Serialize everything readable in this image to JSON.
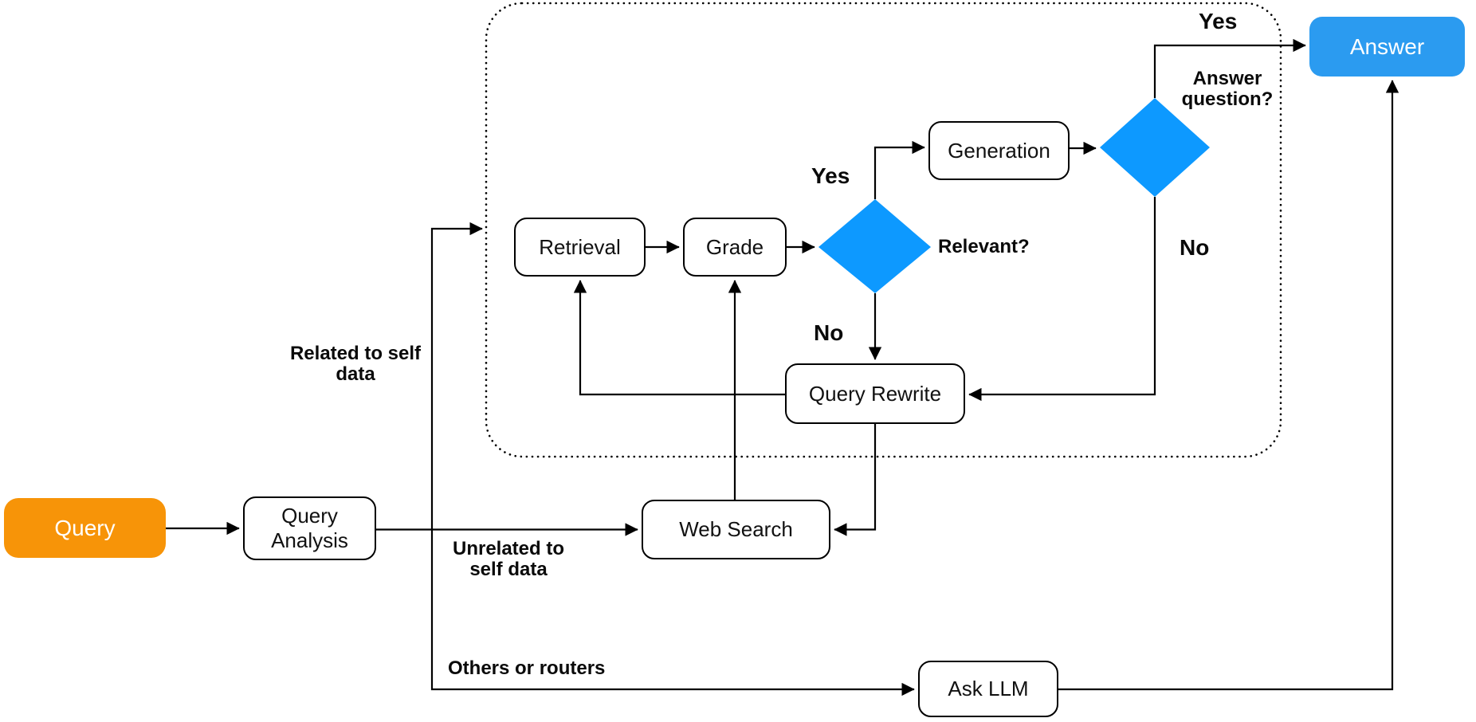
{
  "diagram": {
    "type": "flowchart",
    "nodes": {
      "query": {
        "label": "Query"
      },
      "query_analysis": {
        "label": "Query Analysis"
      },
      "retrieval": {
        "label": "Retrieval"
      },
      "grade": {
        "label": "Grade"
      },
      "generation": {
        "label": "Generation"
      },
      "query_rewrite": {
        "label": "Query Rewrite"
      },
      "web_search": {
        "label": "Web Search"
      },
      "ask_llm": {
        "label": "Ask LLM"
      },
      "answer": {
        "label": "Answer"
      }
    },
    "decisions": {
      "relevant": {
        "question": "Relevant?",
        "yes": "Yes",
        "no": "No"
      },
      "answer_question": {
        "question": "Answer question?",
        "yes": "Yes",
        "no": "No"
      }
    },
    "branch_labels": {
      "related": "Related to self data",
      "unrelated": "Unrelated to self data",
      "others": "Others or routers"
    },
    "colors": {
      "start_fill": "#F79408",
      "end_fill": "#2B9BF0",
      "decision_fill": "#0D99FF",
      "node_fill": "#FFFFFF",
      "line": "#000000"
    }
  }
}
